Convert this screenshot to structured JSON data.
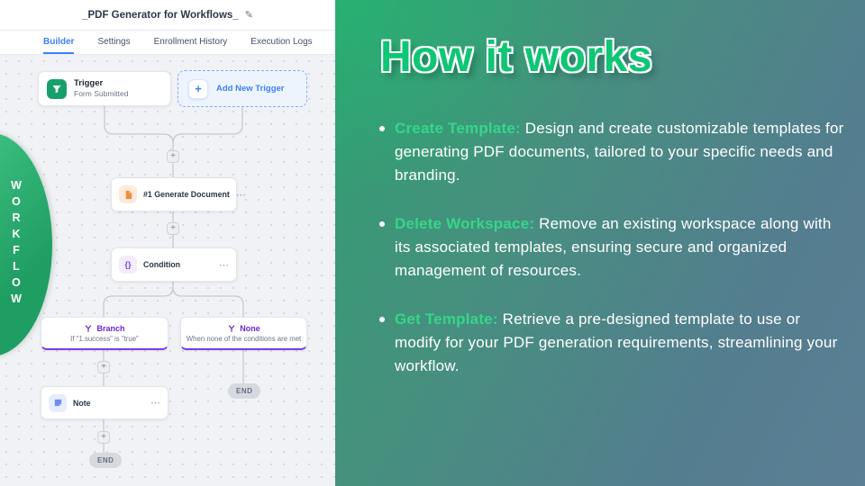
{
  "icons": {
    "pencil": "✎",
    "ellipsis": "⋯",
    "plus": "+",
    "braces": "{}"
  },
  "left_panel": {
    "header": {
      "title": "_PDF Generator for Workflows_"
    },
    "tabs": [
      {
        "label": "Builder",
        "active": true
      },
      {
        "label": "Settings",
        "active": false
      },
      {
        "label": "Enrollment History",
        "active": false
      },
      {
        "label": "Execution Logs",
        "active": false
      }
    ],
    "canvas": {
      "trigger": {
        "title": "Trigger",
        "subtitle": "Form Submitted"
      },
      "add_trigger_label": "Add New Trigger",
      "action_label": "#1 Generate Document",
      "condition_label": "Condition",
      "branch": {
        "title": "Branch",
        "subtitle": "If \"1.success\" is \"true\""
      },
      "none_branch": {
        "title": "None",
        "subtitle": "When none of the conditions are met"
      },
      "note_label": "Note",
      "end_label": "END"
    },
    "ribbon_label": "WORKFLOW"
  },
  "right_panel": {
    "title": "How it works",
    "bullets": [
      {
        "lead": "Create Template:",
        "text": " Design and create customizable templates for generating PDF documents, tailored to your specific needs and branding."
      },
      {
        "lead": "Delete Workspace:",
        "text": " Remove an existing workspace along with its associated templates, ensuring secure and organized management of resources."
      },
      {
        "lead": "Get Template:",
        "text": " Retrieve a pre-designed template to use or modify for your PDF generation requirements, streamlining your workflow."
      }
    ]
  },
  "colors": {
    "accent_blue": "#3b82f6",
    "trigger_green": "#17a06b",
    "action_orange": "#ef8e3b",
    "branch_purple": "#7c3aed",
    "title_green": "#0ec674",
    "lead_green": "#35d68b",
    "gradient_start": "#2f9f70",
    "gradient_end": "#5b7f95"
  }
}
